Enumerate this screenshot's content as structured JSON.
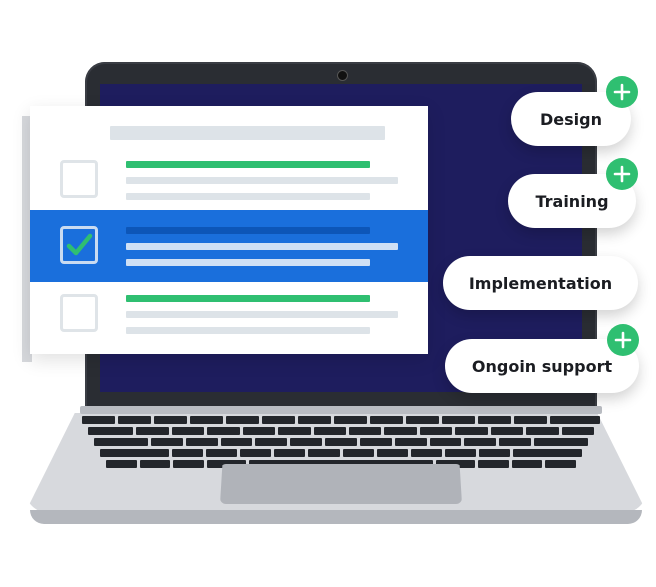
{
  "services": [
    {
      "label": "Design",
      "has_plus": true
    },
    {
      "label": "Training",
      "has_plus": true
    },
    {
      "label": "Implementation",
      "has_plus": false
    },
    {
      "label": "Ongoin support",
      "has_plus": true
    }
  ],
  "checklist": {
    "rows": [
      {
        "checked": false,
        "selected": false
      },
      {
        "checked": true,
        "selected": true
      },
      {
        "checked": false,
        "selected": false
      }
    ]
  },
  "icons": {
    "check": "check-icon",
    "plus": "plus-icon"
  },
  "colors": {
    "accent_blue": "#1a6fdc",
    "accent_green": "#2fbf71",
    "screen": "#1e1d5e"
  }
}
